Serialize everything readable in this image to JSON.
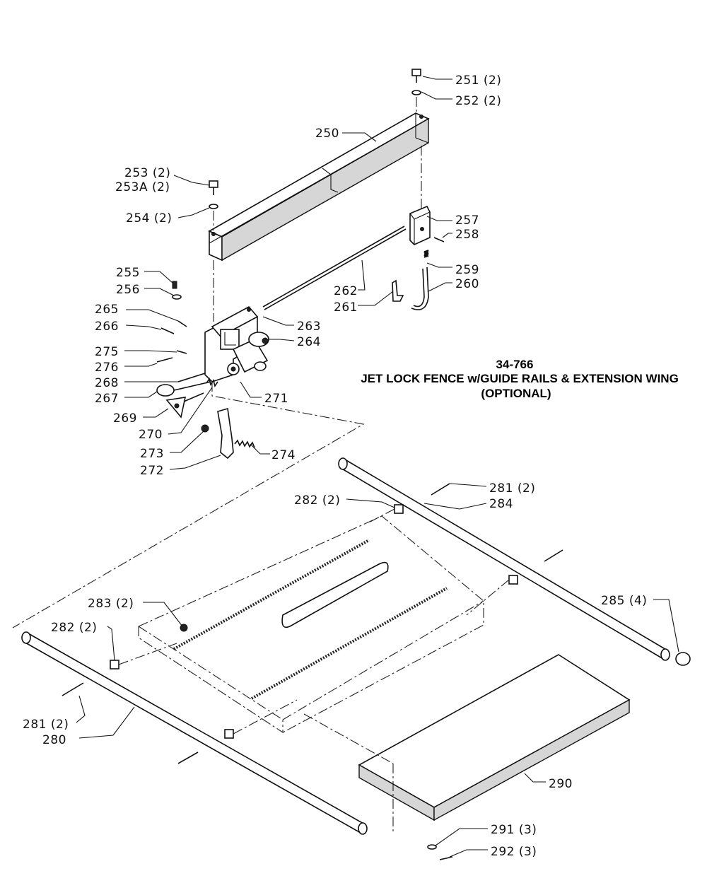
{
  "title": {
    "model": "34-766",
    "line1": "JET LOCK FENCE w/GUIDE RAILS & EXTENSION WING",
    "line2": "(OPTIONAL)"
  },
  "parts": [
    {
      "id": "p251",
      "label": "251 (2)"
    },
    {
      "id": "p252",
      "label": "252 (2)"
    },
    {
      "id": "p250",
      "label": "250"
    },
    {
      "id": "p253",
      "label": "253 (2)"
    },
    {
      "id": "p253a",
      "label": "253A (2)"
    },
    {
      "id": "p254",
      "label": "254 (2)"
    },
    {
      "id": "p257",
      "label": "257"
    },
    {
      "id": "p258",
      "label": "258"
    },
    {
      "id": "p259",
      "label": "259"
    },
    {
      "id": "p260",
      "label": "260"
    },
    {
      "id": "p262",
      "label": "262"
    },
    {
      "id": "p261",
      "label": "261"
    },
    {
      "id": "p255",
      "label": "255"
    },
    {
      "id": "p256",
      "label": "256"
    },
    {
      "id": "p265",
      "label": "265"
    },
    {
      "id": "p266",
      "label": "266"
    },
    {
      "id": "p263",
      "label": "263"
    },
    {
      "id": "p264",
      "label": "264"
    },
    {
      "id": "p275",
      "label": "275"
    },
    {
      "id": "p276",
      "label": "276"
    },
    {
      "id": "p268",
      "label": "268"
    },
    {
      "id": "p267",
      "label": "267"
    },
    {
      "id": "p271",
      "label": "271"
    },
    {
      "id": "p269",
      "label": "269"
    },
    {
      "id": "p270",
      "label": "270"
    },
    {
      "id": "p273",
      "label": "273"
    },
    {
      "id": "p274",
      "label": "274"
    },
    {
      "id": "p272",
      "label": "272"
    },
    {
      "id": "p281a",
      "label": "281 (2)"
    },
    {
      "id": "p282a",
      "label": "282 (2)"
    },
    {
      "id": "p284",
      "label": "284"
    },
    {
      "id": "p283",
      "label": "283 (2)"
    },
    {
      "id": "p285",
      "label": "285 (4)"
    },
    {
      "id": "p282b",
      "label": "282 (2)"
    },
    {
      "id": "p281b",
      "label": "281 (2)"
    },
    {
      "id": "p280",
      "label": "280"
    },
    {
      "id": "p290",
      "label": "290"
    },
    {
      "id": "p291",
      "label": "291 (3)"
    },
    {
      "id": "p292",
      "label": "292 (3)"
    }
  ]
}
